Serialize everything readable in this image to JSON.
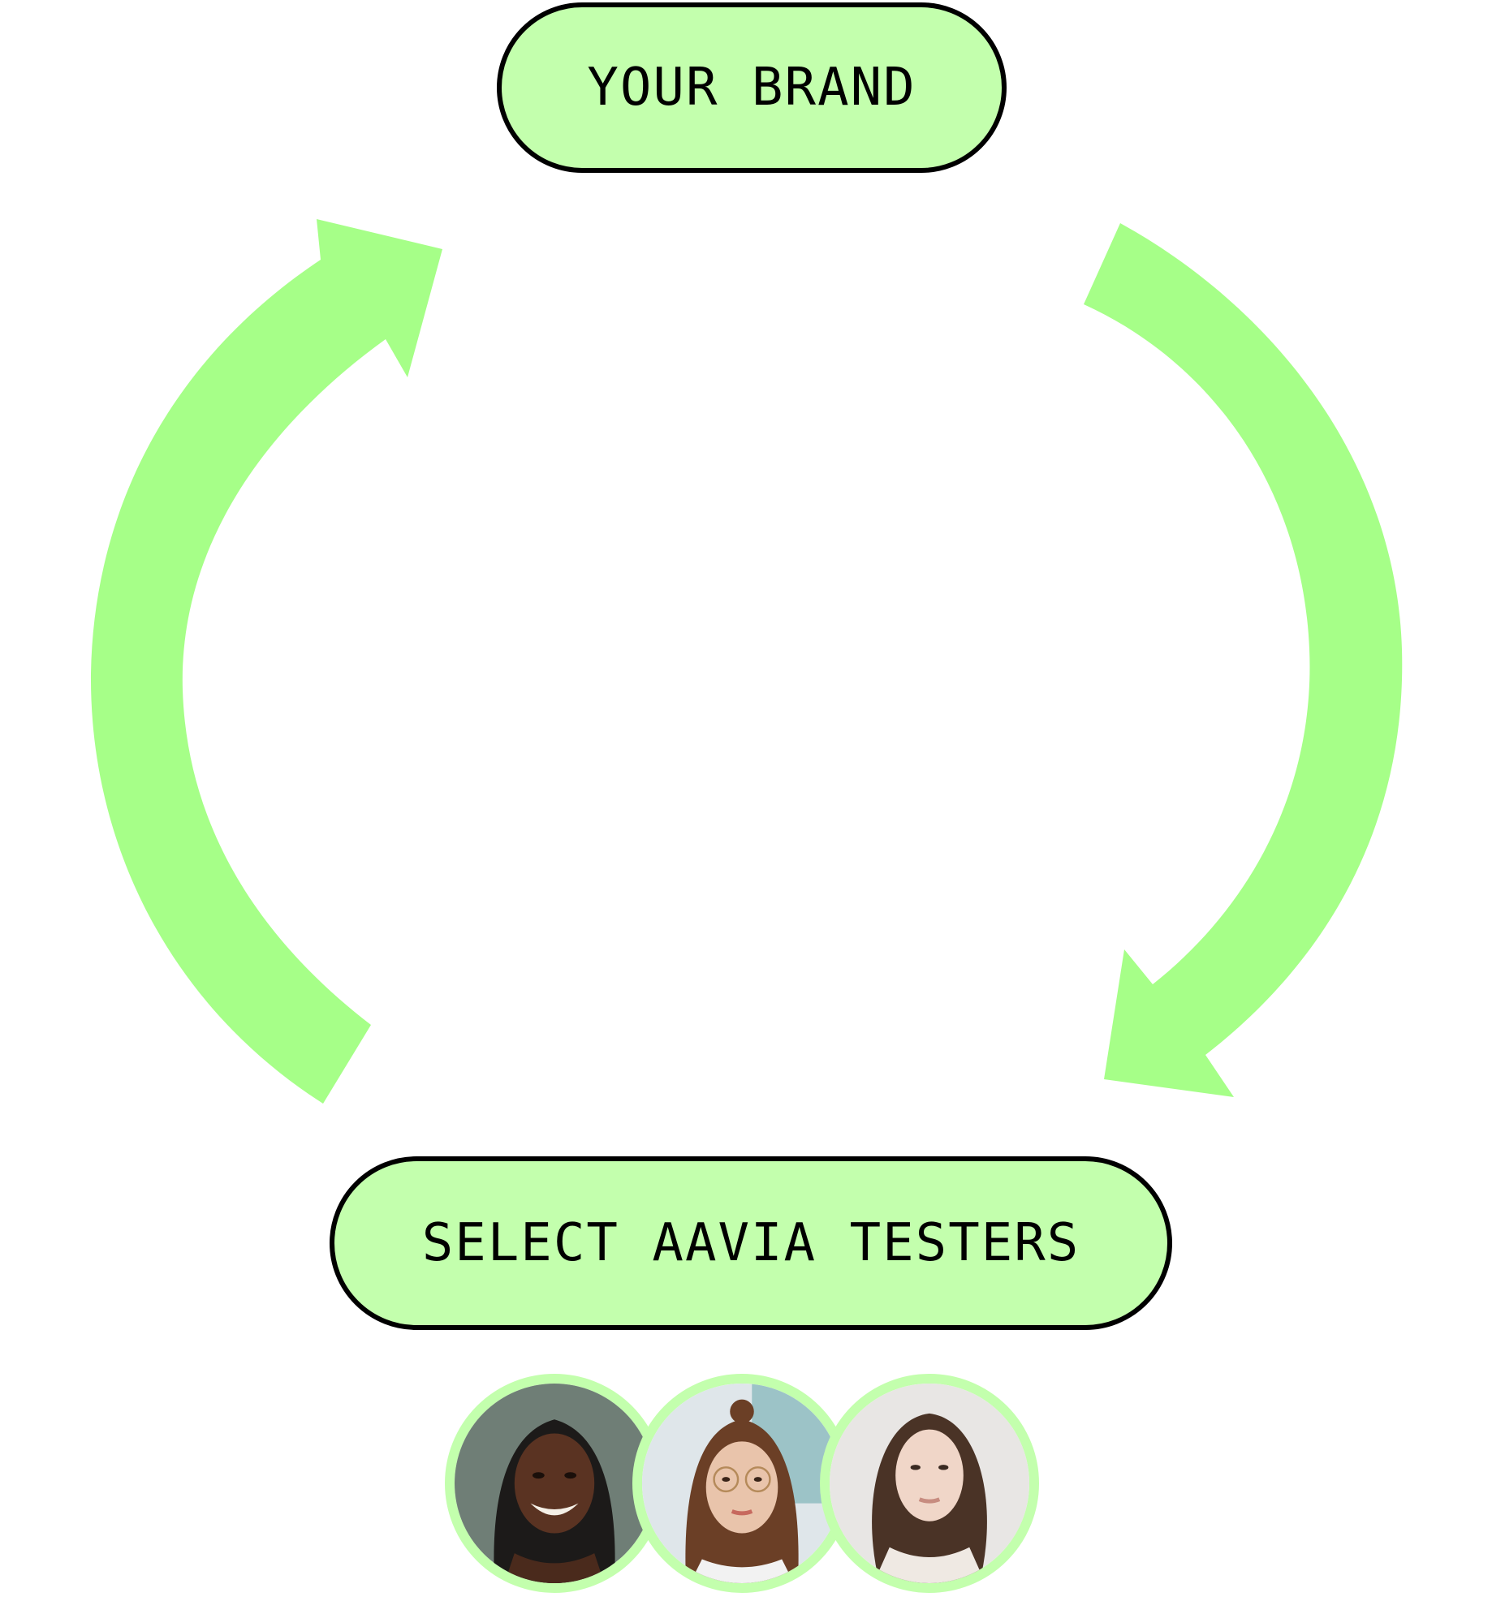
{
  "diagram": {
    "top_node": {
      "label": "YOUR BRAND"
    },
    "bottom_node": {
      "label": "SELECT AAVIA TESTERS"
    },
    "avatars": [
      {
        "name": "tester-1"
      },
      {
        "name": "tester-2"
      },
      {
        "name": "tester-3"
      }
    ]
  },
  "colors": {
    "pill_fill": "#c3ffad",
    "arrow_fill": "#a6ff88",
    "outline": "#000000",
    "avatar_ring": "#c3ffad"
  }
}
